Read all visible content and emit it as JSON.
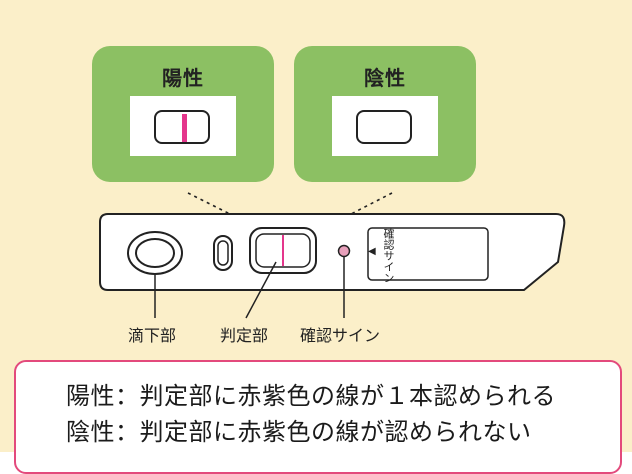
{
  "results": {
    "positive": {
      "title": "陽性",
      "line_present": true
    },
    "negative": {
      "title": "陰性",
      "line_present": false
    }
  },
  "cassette": {
    "window_label": "確認サイン"
  },
  "callouts": {
    "sample_well": "滴下部",
    "test_area": "判定部",
    "control_sign": "確認サイン"
  },
  "summary": {
    "positive_text": "陽性：判定部に赤紫色の線が１本認められる",
    "negative_text": "陰性：判定部に赤紫色の線が認められない"
  },
  "colors": {
    "background": "#fbefc9",
    "result_box": "#8cc063",
    "test_line": "#e4368c",
    "control_dot": "#e8a0bb",
    "summary_border": "#e34a7c"
  }
}
